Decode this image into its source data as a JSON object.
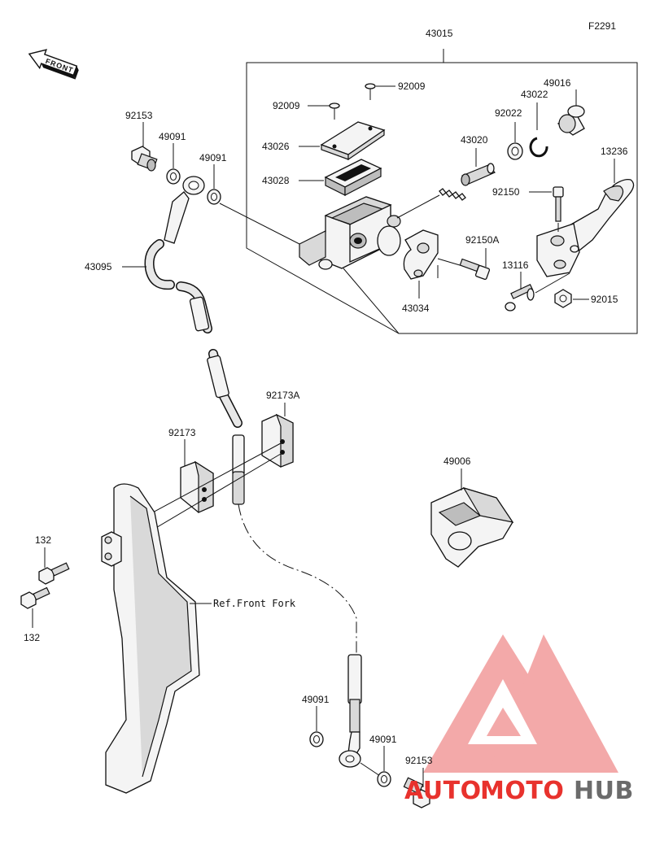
{
  "figure_id": "F2291",
  "front_label": "FRONT",
  "ref_label": "Ref.Front Fork",
  "labels": {
    "p43015": "43015",
    "p92009a": "92009",
    "p92009b": "92009",
    "p43026": "43026",
    "p43028": "43028",
    "p43020": "43020",
    "p92022": "92022",
    "p43022": "43022",
    "p49016": "49016",
    "p13236": "13236",
    "p92150": "92150",
    "p92150A": "92150A",
    "p13116": "13116",
    "p92015": "92015",
    "p43034": "43034",
    "p92153a": "92153",
    "p49091a": "49091",
    "p49091b": "49091",
    "p43095": "43095",
    "p92173A": "92173A",
    "p92173": "92173",
    "p49006": "49006",
    "p132a": "132",
    "p132b": "132",
    "p49091c": "49091",
    "p49091d": "49091",
    "p92153b": "92153"
  },
  "watermark": {
    "part1": "AUTO",
    "part2": "MOTO",
    "part3": "HUB",
    "color_red": "#e8322d",
    "color_gray": "#6b6b6b",
    "logo_color": "#ee8a8a"
  }
}
